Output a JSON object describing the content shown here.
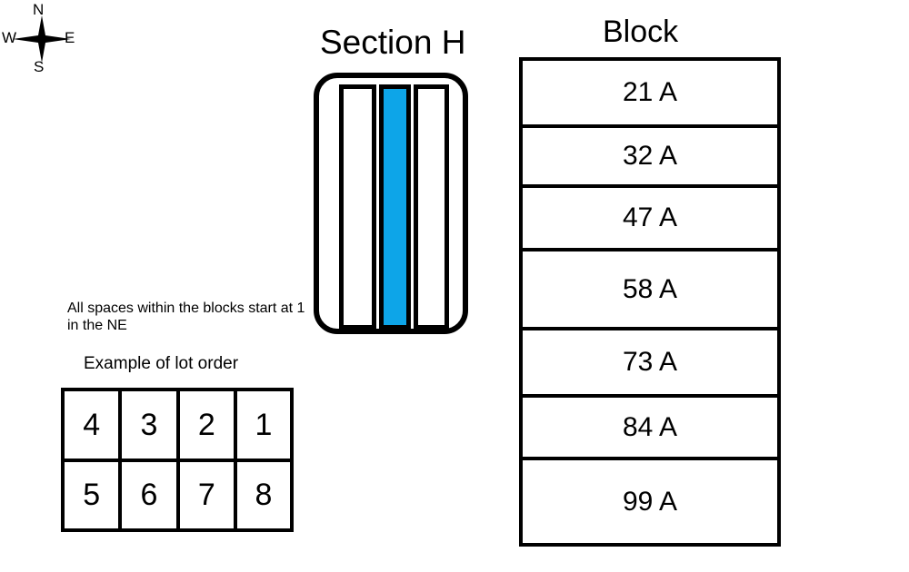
{
  "compass": {
    "name": "compass-rose",
    "north": "N",
    "west": "W",
    "east": "E",
    "south": "S"
  },
  "section": {
    "title": "Section H",
    "rows": [
      {
        "name": "section-row-west",
        "highlighted": false
      },
      {
        "name": "section-row-center",
        "highlighted": true
      },
      {
        "name": "section-row-east",
        "highlighted": false
      }
    ],
    "highlight_color": "#0DA5E8"
  },
  "note": {
    "text": "All spaces within the blocks start at 1 in the NE",
    "lot_order_caption": "Example of lot order"
  },
  "lot_order": {
    "rows": [
      [
        "4",
        "3",
        "2",
        "1"
      ],
      [
        "5",
        "6",
        "7",
        "8"
      ]
    ]
  },
  "block": {
    "title": "Block",
    "cells": [
      "21 A",
      "32 A",
      "47 A",
      "58 A",
      "73 A",
      "84 A",
      "99 A"
    ]
  }
}
